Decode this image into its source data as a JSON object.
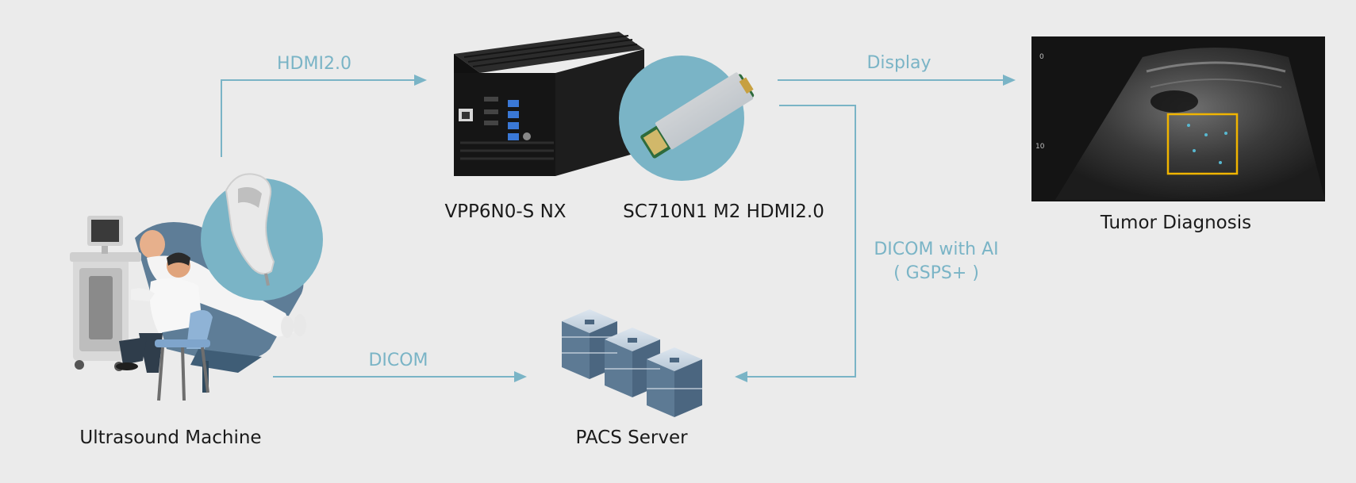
{
  "nodes": {
    "ultrasound": {
      "label": "Ultrasound Machine"
    },
    "vpp": {
      "label": "VPP6N0-S NX"
    },
    "sc710": {
      "label": "SC710N1 M2 HDMI2.0"
    },
    "pacs": {
      "label": "PACS Server"
    },
    "tumor": {
      "label": "Tumor Diagnosis"
    }
  },
  "edges": {
    "hdmi": {
      "label": "HDMI2.0"
    },
    "display": {
      "label": "Display"
    },
    "dicom": {
      "label": "DICOM"
    },
    "dicom_ai": {
      "line1": "DICOM with AI",
      "line2": "( GSPS+ )"
    }
  },
  "scan_screen": {
    "tick_top": "0",
    "tick_mid": "10"
  },
  "colors": {
    "background": "#ebebeb",
    "arrow": "#7ab4c6",
    "circle": "#7ab4c6",
    "highlight_box": "#f0b400"
  }
}
